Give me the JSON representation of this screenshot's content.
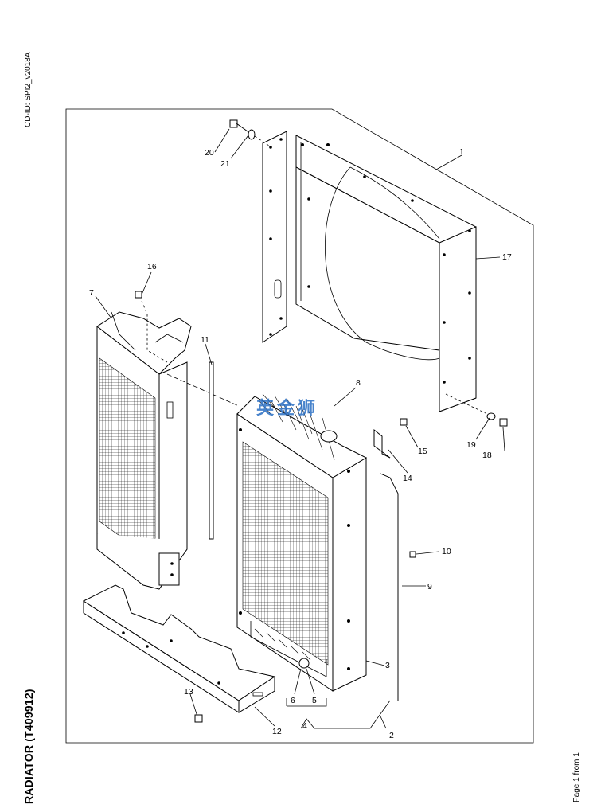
{
  "header": {
    "doc_id": "CD-ID: SPI2_v2018A"
  },
  "title": "RADIATOR (T409912)",
  "footer": {
    "page": "Page 1 from 1"
  },
  "watermark": "英金狮",
  "callouts": [
    {
      "id": "c1",
      "label": "1"
    },
    {
      "id": "c2",
      "label": "2"
    },
    {
      "id": "c3",
      "label": "3"
    },
    {
      "id": "c4",
      "label": "4"
    },
    {
      "id": "c5",
      "label": "5"
    },
    {
      "id": "c6",
      "label": "6"
    },
    {
      "id": "c7",
      "label": "7"
    },
    {
      "id": "c8",
      "label": "8"
    },
    {
      "id": "c9",
      "label": "9"
    },
    {
      "id": "c10",
      "label": "10"
    },
    {
      "id": "c11",
      "label": "11"
    },
    {
      "id": "c12",
      "label": "12"
    },
    {
      "id": "c13",
      "label": "13"
    },
    {
      "id": "c14",
      "label": "14"
    },
    {
      "id": "c15",
      "label": "15"
    },
    {
      "id": "c16",
      "label": "16"
    },
    {
      "id": "c17",
      "label": "17"
    },
    {
      "id": "c18",
      "label": "18"
    },
    {
      "id": "c19",
      "label": "19"
    },
    {
      "id": "c20",
      "label": "20"
    },
    {
      "id": "c21",
      "label": "21"
    }
  ]
}
